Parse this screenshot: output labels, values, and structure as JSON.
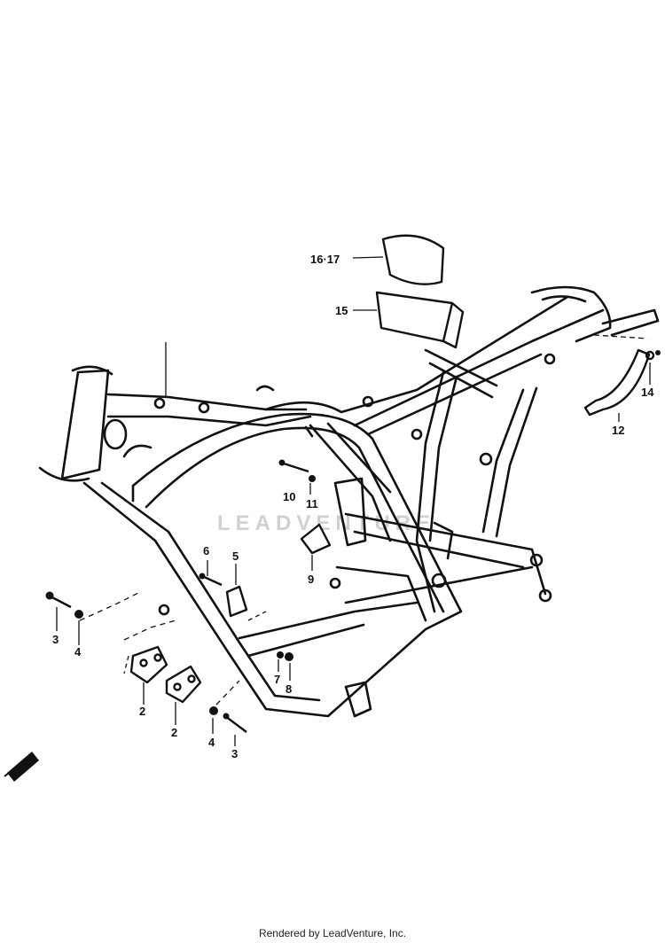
{
  "callouts": [
    {
      "key": "16-17",
      "text": "16·17"
    },
    {
      "key": "15",
      "text": "15"
    },
    {
      "key": "1",
      "text": ""
    },
    {
      "key": "14",
      "text": "14"
    },
    {
      "key": "12",
      "text": "12"
    },
    {
      "key": "10",
      "text": "10"
    },
    {
      "key": "11",
      "text": "11"
    },
    {
      "key": "9",
      "text": "9"
    },
    {
      "key": "6",
      "text": "6"
    },
    {
      "key": "5",
      "text": "5"
    },
    {
      "key": "3a",
      "text": "3"
    },
    {
      "key": "4a",
      "text": "4"
    },
    {
      "key": "2a",
      "text": "2"
    },
    {
      "key": "2b",
      "text": "2"
    },
    {
      "key": "7",
      "text": "7"
    },
    {
      "key": "8",
      "text": "8"
    },
    {
      "key": "4b",
      "text": "4"
    },
    {
      "key": "3b",
      "text": "3"
    }
  ],
  "watermark": "LEADVENTURE",
  "footer": "Rendered by LeadVenture, Inc.",
  "colors": {
    "ink": "#111111",
    "watermark": "#d0d0d0",
    "background": "#ffffff"
  },
  "icons": {
    "front_arrow": "front-direction-arrow-icon"
  }
}
